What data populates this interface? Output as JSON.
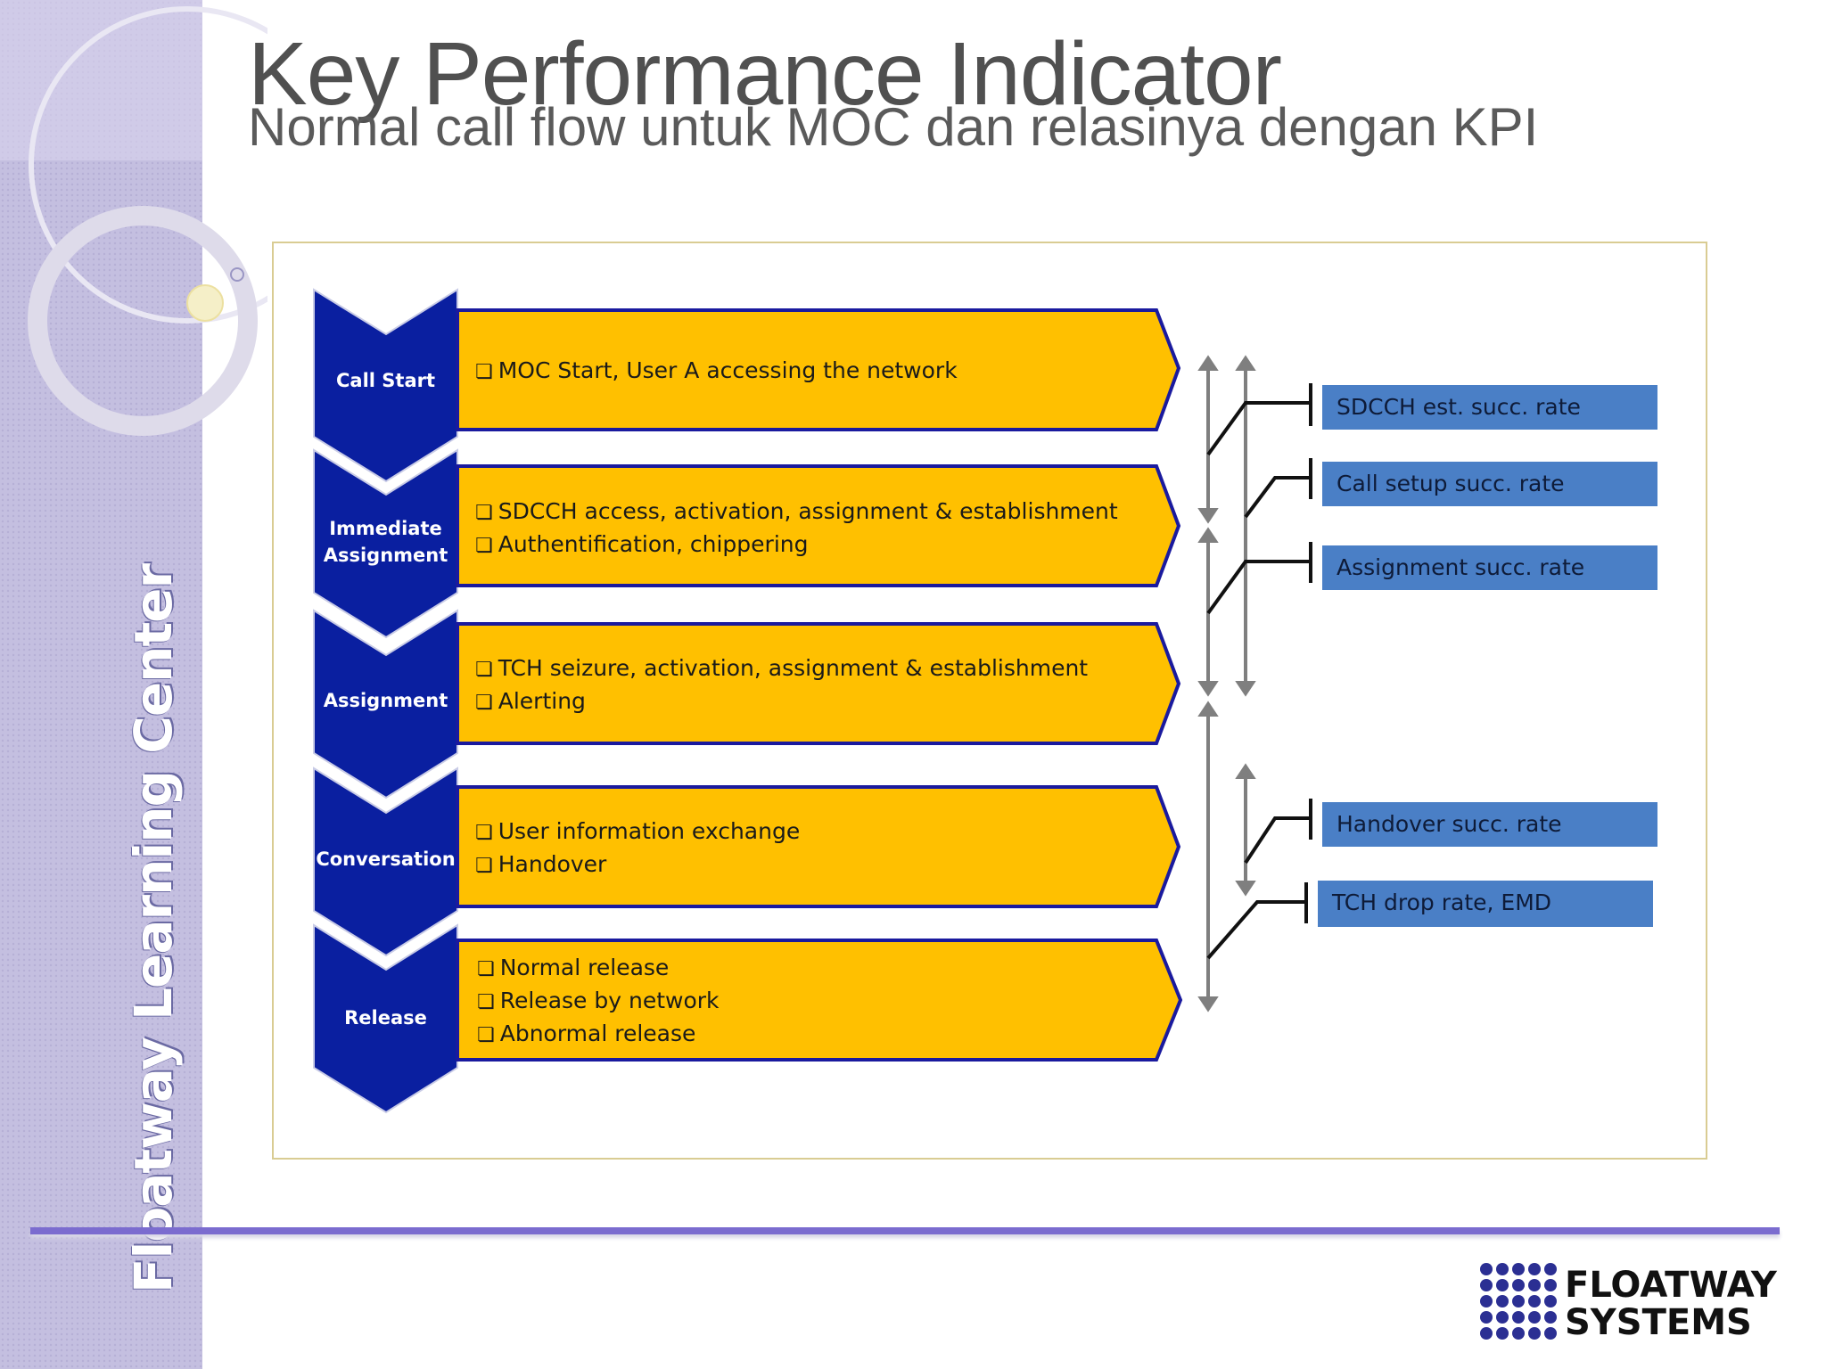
{
  "slide": {
    "title": "Key Performance Indicator",
    "subtitle": "Normal call flow untuk MOC dan relasinya dengan KPI"
  },
  "sidebar": {
    "brand": "Floatway Learning Center"
  },
  "diagram": {
    "stages": [
      {
        "label": "Call Start",
        "bullets": [
          "MOC Start, User A accessing the network"
        ]
      },
      {
        "label": "Immediate Assignment",
        "bullets": [
          "SDCCH access, activation, assignment & establishment",
          "Authentification, chippering"
        ]
      },
      {
        "label": "Assignment",
        "bullets": [
          "TCH seizure, activation, assignment & establishment",
          "Alerting"
        ]
      },
      {
        "label": "Conversation",
        "bullets": [
          "User information exchange",
          "Handover"
        ]
      },
      {
        "label": "Release",
        "bullets": [
          "Normal release",
          "Release by network",
          "Abnormal release"
        ]
      }
    ],
    "kpis": [
      "SDCCH est. succ. rate",
      "Call setup succ. rate",
      "Assignment succ. rate",
      "Handover succ. rate",
      "TCH drop rate, EMD"
    ],
    "colors": {
      "chevron": "#0a1fa0",
      "process_fill": "#ffc000",
      "process_border": "#1a1a9e",
      "kpi_fill": "#4a7fc6",
      "frame_border": "#d9cc93",
      "footer_line": "#7b6ccf"
    }
  },
  "logo": {
    "line1": "FLOATWAY",
    "line2": "SYSTEMS"
  }
}
